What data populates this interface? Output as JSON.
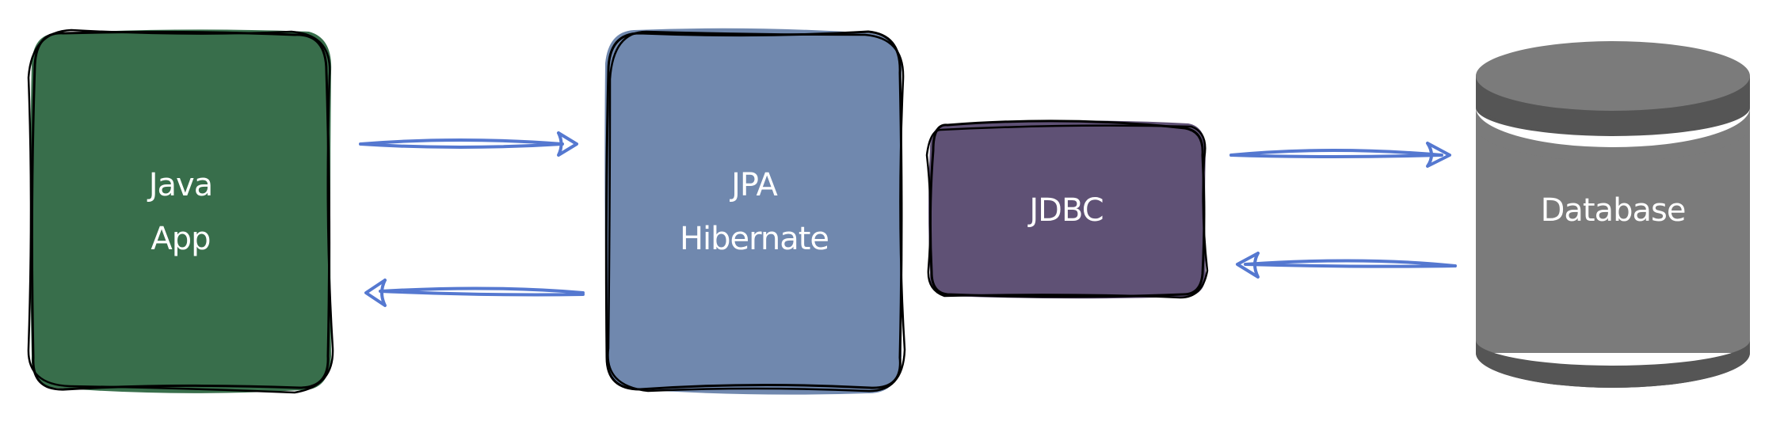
{
  "diagram": {
    "nodes": [
      {
        "id": "java-app",
        "lines": [
          "Java",
          "App"
        ],
        "color": "#386E4B"
      },
      {
        "id": "jpa-hibernate",
        "lines": [
          "JPA",
          "Hibernate"
        ],
        "color": "#7088AE"
      },
      {
        "id": "jdbc",
        "lines": [
          "JDBC"
        ],
        "color": "#5F5175"
      },
      {
        "id": "database",
        "lines": [
          "Database"
        ],
        "color": "#7B7B7B",
        "shade": "#555555"
      }
    ],
    "edges": [
      {
        "from": "java-app",
        "to": "jpa-hibernate"
      },
      {
        "from": "jpa-hibernate",
        "to": "java-app"
      },
      {
        "from": "jdbc",
        "to": "database"
      },
      {
        "from": "database",
        "to": "jdbc"
      }
    ],
    "arrow_color": "#5578D0"
  }
}
